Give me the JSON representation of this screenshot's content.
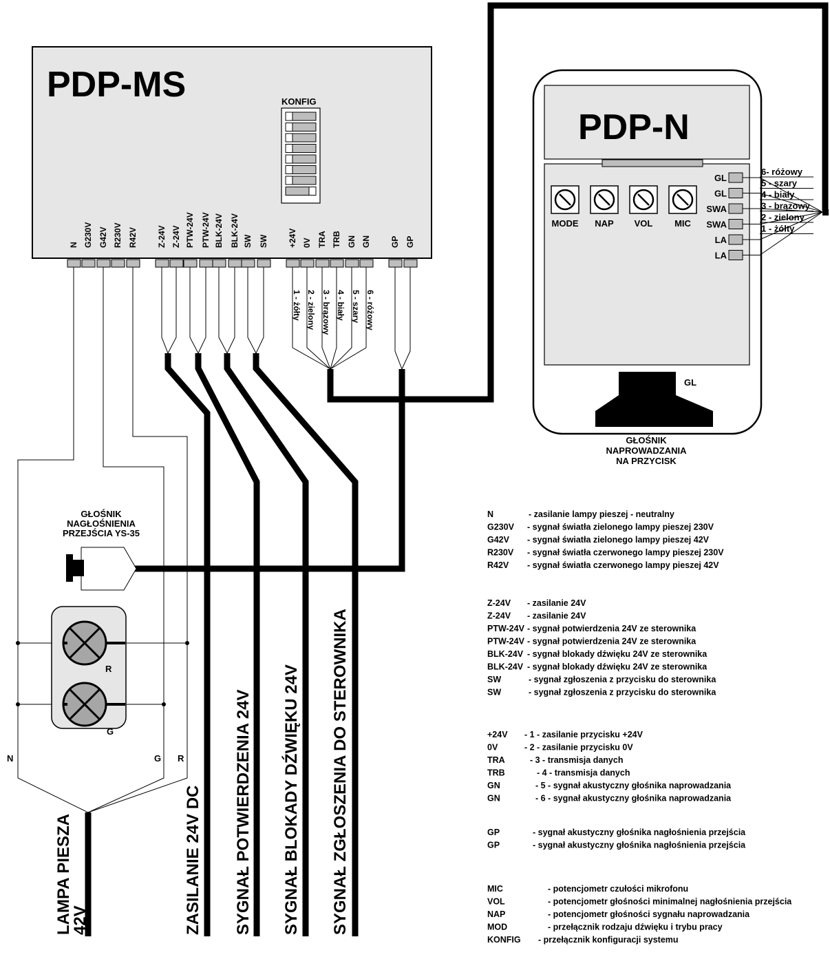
{
  "ms_unit": {
    "title": "PDP-MS",
    "konfig_label": "KONFIG",
    "groups": [
      {
        "pins": [
          "N",
          "G230V",
          "G42V",
          "R230V",
          "R42V"
        ]
      },
      {
        "pins": [
          "Z-24V",
          "Z-24V",
          "PTW-24V",
          "PTW-24V",
          "BLK-24V",
          "BLK-24V",
          "SW",
          "SW"
        ]
      },
      {
        "pins": [
          "+24V",
          "0V",
          "TRA",
          "TRB",
          "GN",
          "GN"
        ]
      },
      {
        "pins": [
          "GP",
          "GP"
        ]
      }
    ],
    "wire_labels": [
      "1 - żółty",
      "2 - zielony",
      "3 - brązowy",
      "4 - biały",
      "5 - szary",
      "6 - różowy"
    ]
  },
  "n_unit": {
    "title": "PDP-N",
    "knobs": [
      {
        "label": "MODE"
      },
      {
        "label": "NAP"
      },
      {
        "label": "VOL"
      },
      {
        "label": "MIC"
      }
    ],
    "terminals": [
      {
        "pin": "GL",
        "wire": "6- różowy"
      },
      {
        "pin": "GL",
        "wire": "5 - szary"
      },
      {
        "pin": "SWA",
        "wire": "4 - biały"
      },
      {
        "pin": "SWA",
        "wire": "3 - brązowy"
      },
      {
        "pin": "LA",
        "wire": "2 - zielony"
      },
      {
        "pin": "LA",
        "wire": "1 - żółty"
      }
    ],
    "speaker_label": "GL",
    "caption": [
      "GŁOŚNIK",
      "NAPROWADZANIA",
      "NA PRZYCISK"
    ]
  },
  "speaker_ys": {
    "caption": [
      "GŁOŚNIK",
      "NAGŁOŚNIENIA",
      "PRZEJŚCIA YS-35"
    ]
  },
  "lamp": {
    "lamp_r_label": "R",
    "lamp_g_label": "G",
    "wire_n": "N",
    "wire_g": "G",
    "wire_r": "R",
    "cable_label": [
      "LAMPA PIESZA",
      "42V"
    ]
  },
  "cables": [
    {
      "label": "ZASILANIE 24V DC"
    },
    {
      "label": "SYGNAŁ POTWIERDZENIA 24V"
    },
    {
      "label": "SYGNAŁ BLOKADY DŹWIĘKU 24V"
    },
    {
      "label": "SYGNAŁ ZGŁOSZENIA DO STEROWNIKA"
    }
  ],
  "legend": {
    "groups": [
      {
        "items": [
          {
            "key": "N",
            "desc": "- zasilanie lampy pieszej - neutralny"
          },
          {
            "key": "G230V",
            "desc": "- sygnał światła zielonego lampy pieszej 230V"
          },
          {
            "key": "G42V",
            "desc": "- sygnał światła zielonego lampy pieszej 42V"
          },
          {
            "key": "R230V",
            "desc": "- sygnał światła czerwonego lampy pieszej 230V"
          },
          {
            "key": "R42V",
            "desc": "- sygnał światła czerwonego lampy pieszej 42V"
          }
        ]
      },
      {
        "items": [
          {
            "key": "Z-24V",
            "desc": "- zasilanie 24V"
          },
          {
            "key": "Z-24V",
            "desc": "- zasilanie 24V"
          },
          {
            "key": "PTW-24V",
            "desc": "- sygnał potwierdzenia 24V ze sterownika"
          },
          {
            "key": "PTW-24V",
            "desc": "- sygnał potwierdzenia 24V ze sterownika"
          },
          {
            "key": "BLK-24V",
            "desc": "- sygnał blokady dźwięku 24V ze sterownika"
          },
          {
            "key": "BLK-24V",
            "desc": "- sygnał blokady dźwięku 24V ze sterownika"
          },
          {
            "key": "SW",
            "desc": "- sygnał zgłoszenia z przycisku do sterownika"
          },
          {
            "key": "SW",
            "desc": "- sygnał zgłoszenia z przycisku do sterownika"
          }
        ]
      },
      {
        "items": [
          {
            "key": "+24V",
            "desc": "- 1 - zasilanie przycisku +24V"
          },
          {
            "key": "0V",
            "desc": "- 2 - zasilanie przycisku 0V"
          },
          {
            "key": "TRA",
            "desc": "- 3 - transmisja danych"
          },
          {
            "key": "TRB",
            "desc": "- 4 - transmisja danych"
          },
          {
            "key": "GN",
            "desc": "- 5 - sygnał akustyczny głośnika naprowadzania"
          },
          {
            "key": "GN",
            "desc": "- 6 - sygnał akustyczny głośnika naprowadzania"
          }
        ]
      },
      {
        "items": [
          {
            "key": "GP",
            "desc": "- sygnał akustyczny głośnika nagłośnienia przejścia"
          },
          {
            "key": "GP",
            "desc": "- sygnał akustyczny głośnika nagłośnienia przejścia"
          }
        ]
      },
      {
        "items": [
          {
            "key": "MIC",
            "desc": "- potencjometr czułości mikrofonu"
          },
          {
            "key": "VOL",
            "desc": "- potencjometr głośności minimalnej nagłośnienia przejścia"
          },
          {
            "key": "NAP",
            "desc": "- potencjometr głośności sygnału naprowadzania"
          },
          {
            "key": "MOD",
            "desc": "- przełącznik rodzaju dźwięku i trybu pracy"
          },
          {
            "key": "KONFIG",
            "desc": "- przełącznik konfiguracji systemu"
          }
        ]
      }
    ]
  }
}
